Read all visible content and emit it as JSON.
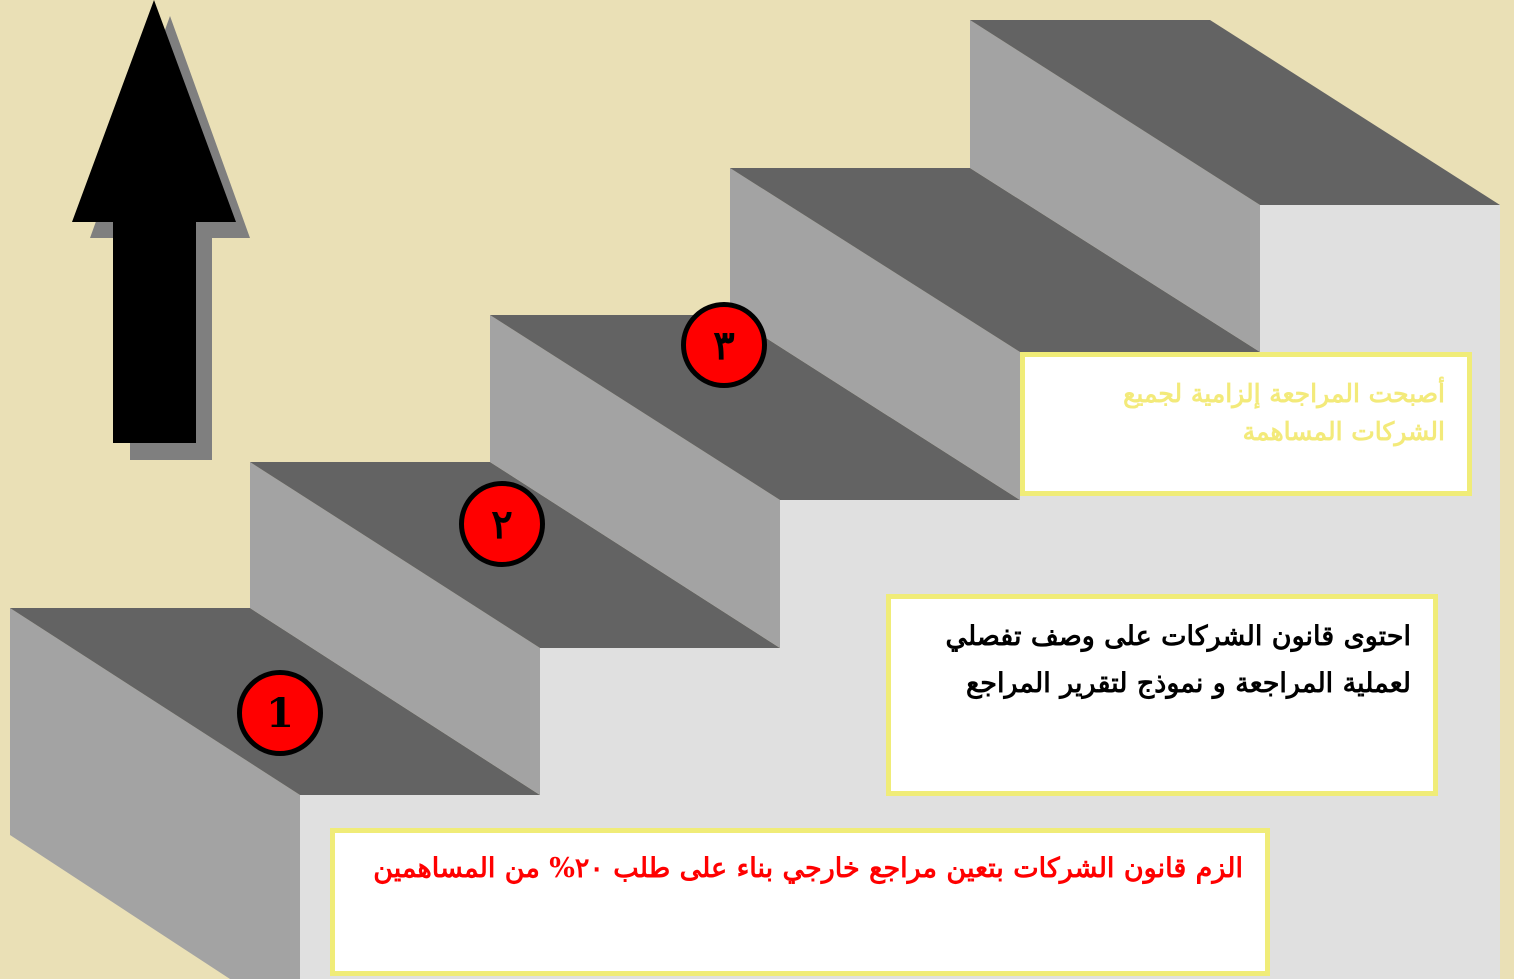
{
  "colors": {
    "background": "#eae0b6",
    "tread": "#636363",
    "riser": "#a3a3a3",
    "wall": "#e0e0e0",
    "arrow": "#000000",
    "arrow_shadow": "#7f7f7f",
    "badge_fill": "#ff0000",
    "box_border": "#f0ec78"
  },
  "icons": {
    "arrow": "up-arrow-icon"
  },
  "steps": [
    {
      "label": "1"
    },
    {
      "label": "٢"
    },
    {
      "label": "٣"
    }
  ],
  "boxes": {
    "top": {
      "text": "أصبحت المراجعة إلزامية لجميع الشركات المساهمة",
      "color": "#f3ea7a"
    },
    "middle": {
      "text": "احتوى قانون الشركات على وصف تفصلي لعملية المراجعة و نموذج لتقرير المراجع",
      "color": "#000000"
    },
    "bottom": {
      "text": "الزم قانون الشركات بتعين مراجع خارجي بناء على طلب ٢٠% من المساهمين",
      "color": "#ff0000"
    }
  }
}
